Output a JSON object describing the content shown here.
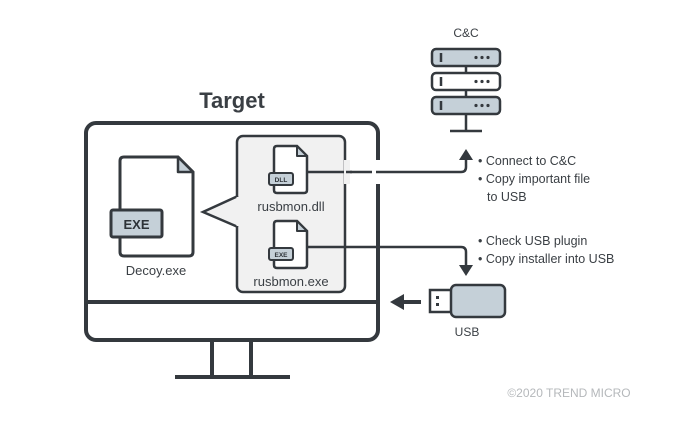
{
  "diagram": {
    "target_title": "Target",
    "cnc_label": "C&C",
    "usb_label": "USB",
    "files": {
      "decoy": {
        "name": "Decoy.exe",
        "badge": "EXE"
      },
      "dll": {
        "name": "rusbmon.dll",
        "badge": "DLL"
      },
      "exe": {
        "name": "rusbmon.exe",
        "badge": "EXE"
      }
    },
    "dll_actions": [
      "• Connect to C&C",
      "• Copy important file",
      "to USB"
    ],
    "exe_actions": [
      "• Check USB plugin",
      "• Copy installer into USB"
    ],
    "copyright": "©2020 TREND MICRO",
    "colors": {
      "stroke": "#34393e",
      "fill_accent": "#c5d0d8",
      "panel": "#f1f1f1"
    }
  }
}
